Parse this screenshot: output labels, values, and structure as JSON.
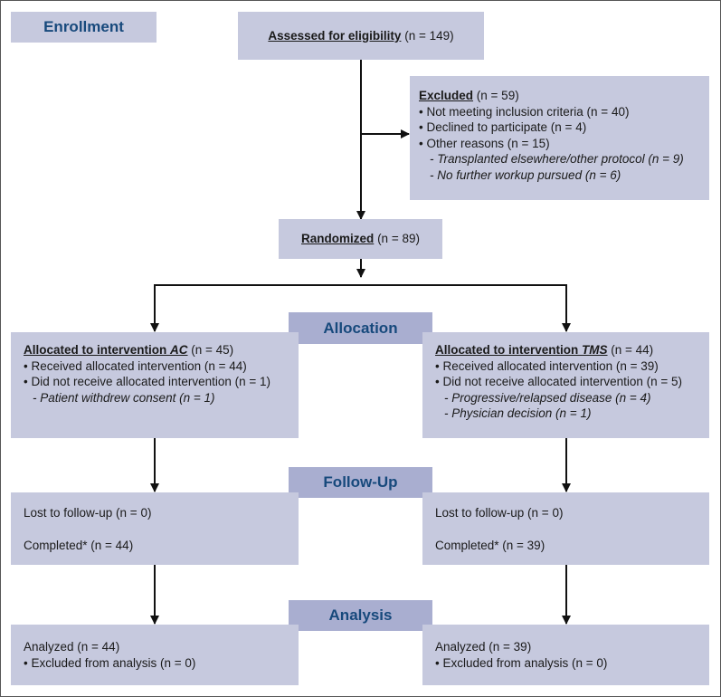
{
  "sections": {
    "enrollment": "Enrollment",
    "allocation": "Allocation",
    "followup": "Follow-Up",
    "analysis": "Analysis"
  },
  "assessed": {
    "label": "Assessed for eligibility",
    "count": "(n = 149)"
  },
  "excluded": {
    "label": "Excluded",
    "count": "(n = 59)",
    "items": [
      "• Not meeting inclusion criteria (n = 40)",
      "• Declined to participate (n = 4)",
      "• Other reasons (n = 15)"
    ],
    "subitems": [
      "- Transplanted elsewhere/other protocol (n = 9)",
      "- No further workup pursued (n = 6)"
    ]
  },
  "randomized": {
    "label": "Randomized",
    "count": "(n = 89)"
  },
  "arm_ac": {
    "label_prefix": "Allocated to intervention ",
    "arm": "AC",
    "count": "(n = 45)",
    "items": [
      "• Received allocated intervention (n = 44)",
      "• Did not receive allocated intervention (n = 1)"
    ],
    "subitems": [
      "- Patient withdrew consent (n = 1)"
    ],
    "followup": {
      "lost": "Lost to follow-up (n = 0)",
      "completed": "Completed* (n = 44)"
    },
    "analysis": {
      "analyzed": "Analyzed (n = 44)",
      "excluded": "• Excluded from analysis (n = 0)"
    }
  },
  "arm_tms": {
    "label_prefix": "Allocated to intervention ",
    "arm": "TMS",
    "count": "(n = 44)",
    "items": [
      "• Received allocated intervention (n = 39)",
      "• Did not receive allocated intervention (n = 5)"
    ],
    "subitems": [
      "- Progressive/relapsed disease (n = 4)",
      "- Physician decision (n = 1)"
    ],
    "followup": {
      "lost": "Lost to follow-up (n = 0)",
      "completed": "Completed* (n = 39)"
    },
    "analysis": {
      "analyzed": "Analyzed (n = 39)",
      "excluded": "• Excluded from analysis (n = 0)"
    }
  }
}
